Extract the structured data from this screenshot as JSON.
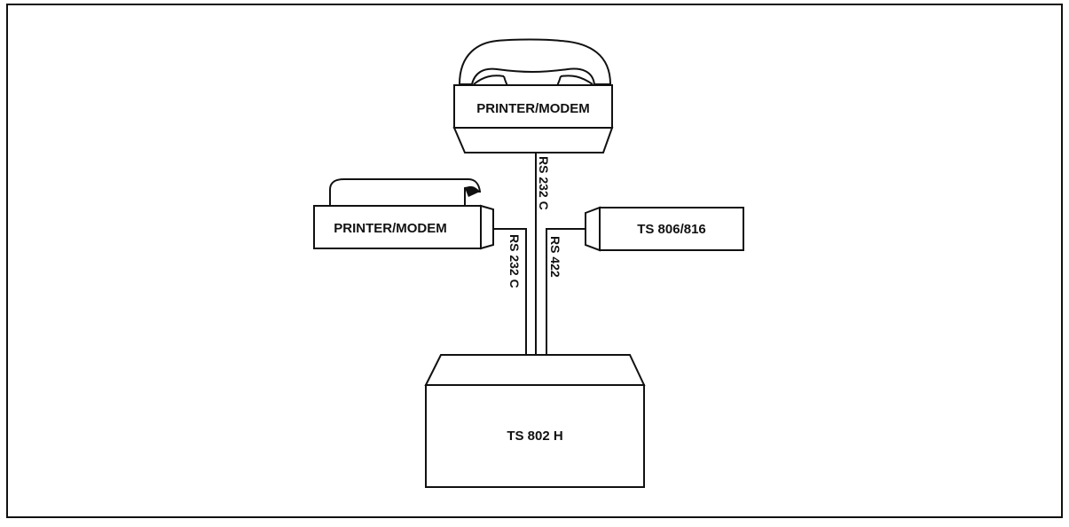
{
  "diagram": {
    "devices": {
      "modem_top": "PRINTER/MODEM",
      "printer_left": "PRINTER/MODEM",
      "terminal_right": "TS 806/816",
      "host_bottom": "TS 802 H"
    },
    "connections": {
      "top_link": "RS 232 C",
      "left_link": "RS 232 C",
      "right_link": "RS 422"
    }
  }
}
